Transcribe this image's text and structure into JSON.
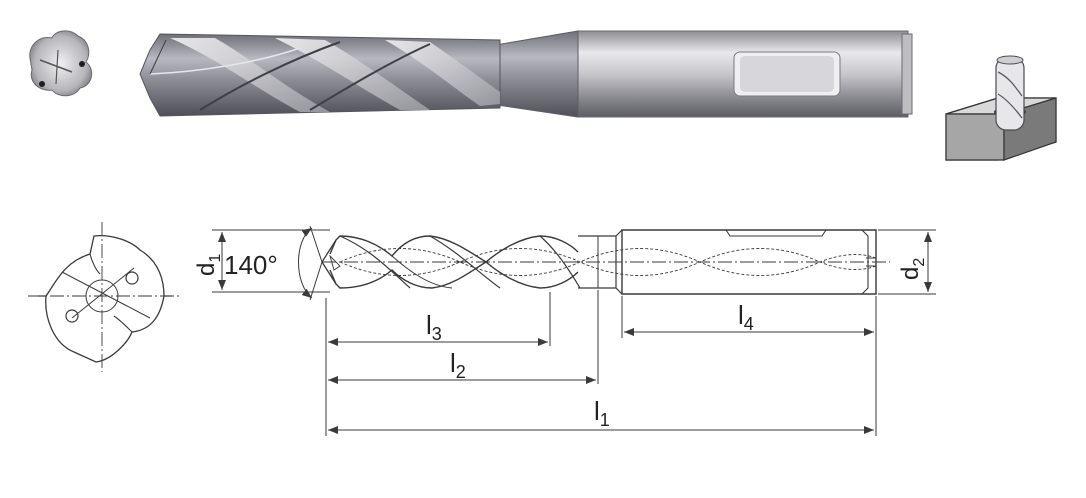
{
  "drawing": {
    "angle_label": "140°",
    "dimensions": {
      "d1": {
        "main": "d",
        "sub": "1"
      },
      "d2": {
        "main": "d",
        "sub": "2"
      },
      "l1": {
        "main": "l",
        "sub": "1"
      },
      "l2": {
        "main": "l",
        "sub": "2"
      },
      "l3": {
        "main": "l",
        "sub": "3"
      },
      "l4": {
        "main": "l",
        "sub": "4"
      }
    }
  },
  "colors": {
    "line": "#3a3a3a",
    "steel_light": "#e8e8ea",
    "steel_mid": "#a9a9ae",
    "steel_dark": "#5e5e66",
    "block_top": "#d9d9d9",
    "block_side": "#8a8a8a"
  },
  "icons": {
    "cross_section_photo": "drill-tip-cross-section-icon",
    "drill_photo": "drill-bit-photo",
    "application_icon": "blind-hole-drilling-icon"
  }
}
